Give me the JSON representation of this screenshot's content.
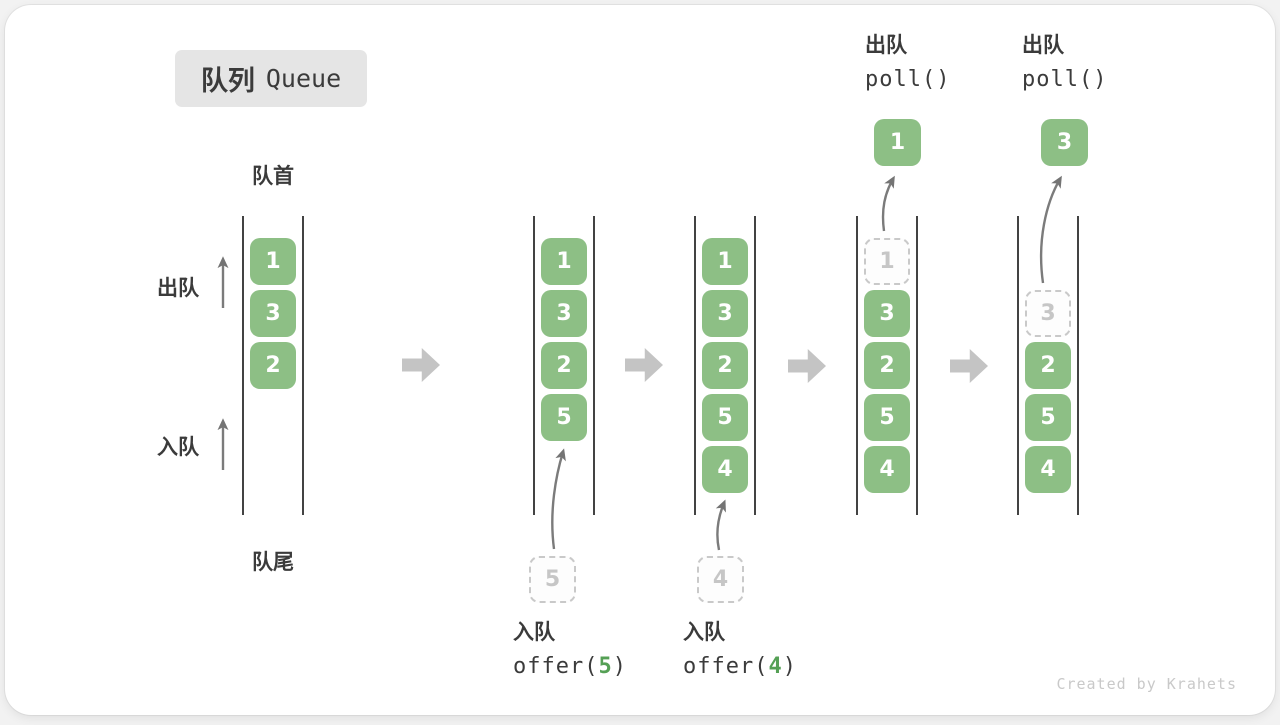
{
  "title": {
    "zh": "队列",
    "en": "Queue"
  },
  "labels": {
    "front": "队首",
    "rear": "队尾",
    "dequeue_side": "出队",
    "enqueue_side": "入队"
  },
  "colors": {
    "cell_green": "#8dbf85",
    "code_number_green": "#55a055",
    "block_arrow_gray": "#c4c4c4",
    "ghost_gray": "#c9c9c9",
    "text_dark": "#3b3b3b"
  },
  "states": [
    {
      "cells": [
        "1",
        "3",
        "2"
      ]
    },
    {
      "cells": [
        "1",
        "3",
        "2",
        "5"
      ],
      "pending": "5"
    },
    {
      "cells": [
        "1",
        "3",
        "2",
        "5",
        "4"
      ],
      "pending": "4"
    },
    {
      "removed": "1",
      "cells": [
        "3",
        "2",
        "5",
        "4"
      ]
    },
    {
      "removed": "3",
      "cells": [
        "2",
        "5",
        "4"
      ]
    }
  ],
  "operations": {
    "enqueue5": {
      "label": "入队",
      "code_pre": "offer(",
      "code_num": "5",
      "code_post": ")"
    },
    "enqueue4": {
      "label": "入队",
      "code_pre": "offer(",
      "code_num": "4",
      "code_post": ")"
    },
    "poll1": {
      "label": "出队",
      "code": "poll()",
      "result": "1"
    },
    "poll2": {
      "label": "出队",
      "code": "poll()",
      "result": "3"
    }
  },
  "watermark": "Created by Krahets"
}
